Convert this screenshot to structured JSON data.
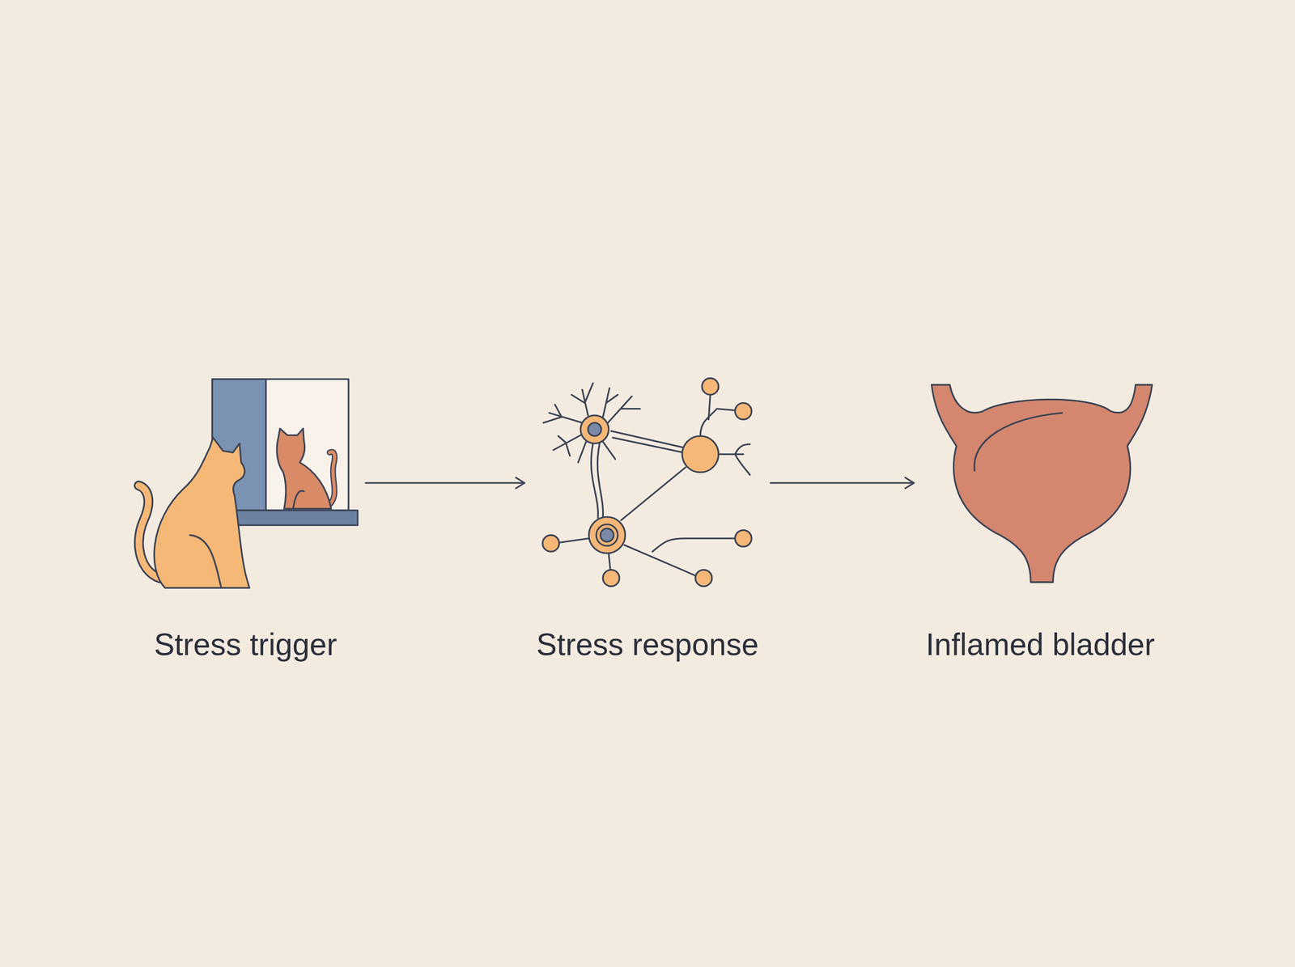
{
  "diagram": {
    "nodes": [
      {
        "text": [
          "Stress trigger"
        ]
      },
      {
        "text": [
          "Stress response"
        ]
      },
      {
        "text": [
          "Inflamed bladder"
        ]
      }
    ],
    "edges": [
      {
        "from": 0,
        "to": 1,
        "arrow": "to"
      },
      {
        "from": 1,
        "to": 2,
        "arrow": "to"
      }
    ]
  }
}
